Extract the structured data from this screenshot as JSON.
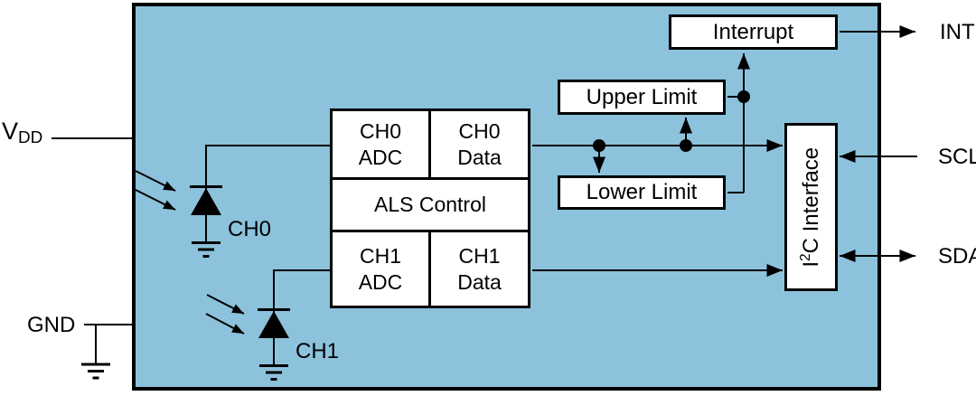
{
  "pins": {
    "vdd": {
      "base": "V",
      "sub": "DD"
    },
    "gnd": {
      "label": "GND"
    },
    "int": {
      "label": "INT"
    },
    "scl": {
      "label": "SCL"
    },
    "sda": {
      "label": "SDA"
    }
  },
  "photodiodes": {
    "ch0": {
      "label": "CH0"
    },
    "ch1": {
      "label": "CH1"
    }
  },
  "blocks": {
    "ch0_adc": {
      "line1": "CH0",
      "line2": "ADC"
    },
    "ch0_data": {
      "line1": "CH0",
      "line2": "Data"
    },
    "als_control": {
      "label": "ALS Control"
    },
    "ch1_adc": {
      "line1": "CH1",
      "line2": "ADC"
    },
    "ch1_data": {
      "line1": "CH1",
      "line2": "Data"
    },
    "upper_limit": {
      "label": "Upper Limit"
    },
    "lower_limit": {
      "label": "Lower Limit"
    },
    "interrupt": {
      "label": "Interrupt"
    },
    "i2c": {
      "pre": "I",
      "sup": "2",
      "post": "C Interface"
    }
  },
  "colors": {
    "chip_fill": "#8CC2DB",
    "box_fill": "#FFFFFF",
    "line": "#000000"
  }
}
